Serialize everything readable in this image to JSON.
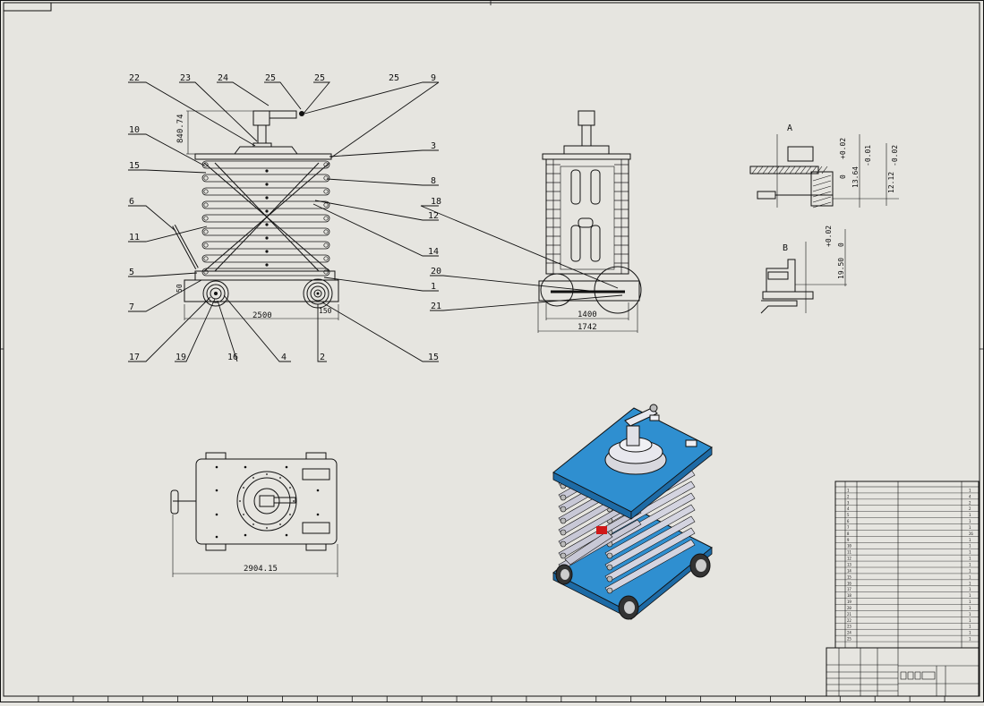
{
  "sheet": {
    "tab_label": "",
    "colors": {
      "paper": "#e6e5e0",
      "line": "#111111",
      "blue": "#2f8fd0",
      "highlight": "#d01818",
      "tube": "#c8c8d6"
    }
  },
  "front_view": {
    "balloons_top": [
      "22",
      "23",
      "24",
      "25",
      "25",
      "25",
      "9"
    ],
    "balloons_left": [
      "10",
      "15",
      "6",
      "11",
      "5",
      "7"
    ],
    "balloons_right": [
      "3",
      "8",
      "12",
      "14",
      "1"
    ],
    "balloons_bottom": [
      "17",
      "19",
      "16",
      "4",
      "2",
      "15"
    ],
    "dim_height": "840.74",
    "dim_width": "2500",
    "dim_side": "50",
    "dim_wheel": "150"
  },
  "side_view": {
    "balloons": [
      "18",
      "20",
      "21"
    ],
    "dim_inner": "1400",
    "dim_outer": "1742"
  },
  "top_view": {
    "dim_length": "2904.15"
  },
  "detail_1": {
    "section_mark": "A",
    "tol_upper_a": "+0.02",
    "tol_zero_a": "0",
    "dim_a": "13.64",
    "tol_upper_b": "-0.01",
    "tol_lower_b": "-0.02",
    "dim_b": "12.12"
  },
  "detail_2": {
    "section_mark": "B",
    "tol_upper": "+0.02",
    "tol_zero": "0",
    "dim": "19.50"
  },
  "parts_list": {
    "rows": [
      {
        "no": "1",
        "qty": "1"
      },
      {
        "no": "2",
        "qty": "4"
      },
      {
        "no": "3",
        "qty": "2"
      },
      {
        "no": "4",
        "qty": "2"
      },
      {
        "no": "5",
        "qty": "1"
      },
      {
        "no": "6",
        "qty": "1"
      },
      {
        "no": "7",
        "qty": "1"
      },
      {
        "no": "8",
        "qty": "26"
      },
      {
        "no": "9",
        "qty": "1"
      },
      {
        "no": "10",
        "qty": "1"
      },
      {
        "no": "11",
        "qty": "1"
      },
      {
        "no": "12",
        "qty": "1"
      },
      {
        "no": "13",
        "qty": "1"
      },
      {
        "no": "14",
        "qty": "1"
      },
      {
        "no": "15",
        "qty": "1"
      },
      {
        "no": "16",
        "qty": "1"
      },
      {
        "no": "17",
        "qty": "1"
      },
      {
        "no": "18",
        "qty": "1"
      },
      {
        "no": "19",
        "qty": "1"
      },
      {
        "no": "20",
        "qty": "1"
      },
      {
        "no": "21",
        "qty": "1"
      },
      {
        "no": "22",
        "qty": "1"
      },
      {
        "no": "23",
        "qty": "1"
      },
      {
        "no": "24",
        "qty": "1"
      },
      {
        "no": "25",
        "qty": "1"
      }
    ]
  }
}
